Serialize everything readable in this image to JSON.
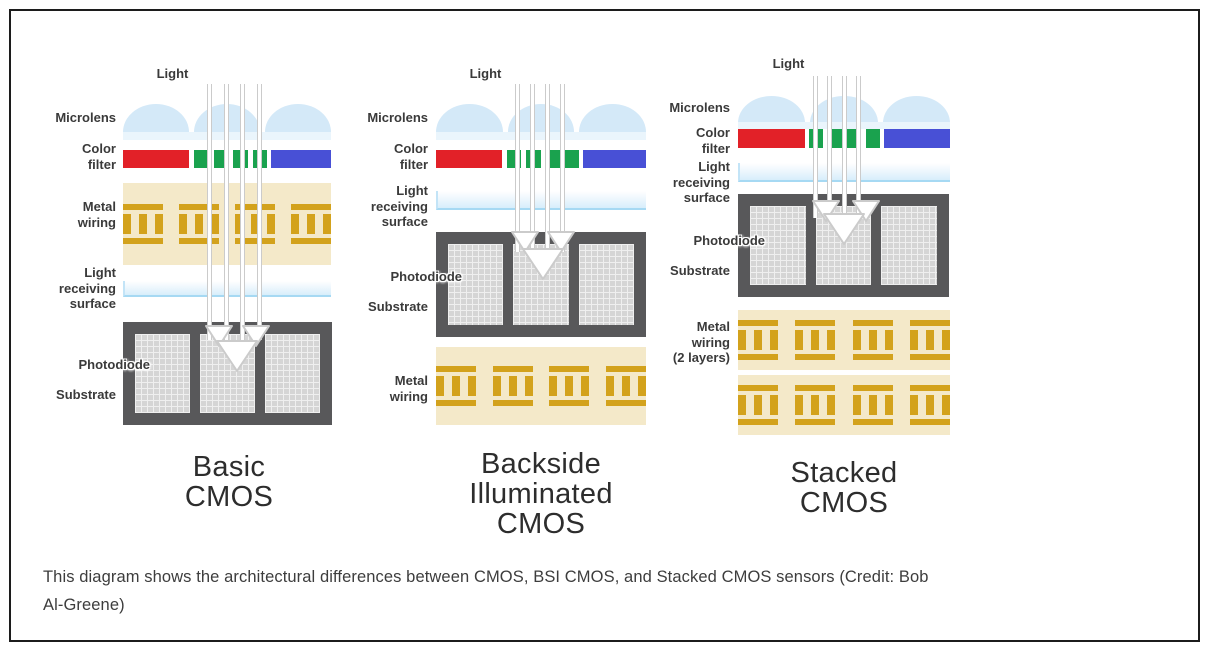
{
  "diagram": {
    "columns": [
      {
        "title": "Basic\nCMOS",
        "light": "Light",
        "microlens": "Microlens",
        "color_filter": "Color\nfilter",
        "metal_wiring": "Metal\nwiring",
        "light_receiving_surface": "Light\nreceiving\nsurface",
        "photodiode": "Photodiode",
        "substrate": "Substrate"
      },
      {
        "title": "Backside\nIlluminated\nCMOS",
        "light": "Light",
        "microlens": "Microlens",
        "color_filter": "Color\nfilter",
        "light_receiving_surface": "Light\nreceiving\nsurface",
        "photodiode": "Photodiode",
        "substrate": "Substrate",
        "metal_wiring": "Metal\nwiring"
      },
      {
        "title": "Stacked\nCMOS",
        "light": "Light",
        "microlens": "Microlens",
        "color_filter": "Color\nfilter",
        "light_receiving_surface": "Light\nreceiving\nsurface",
        "photodiode": "Photodiode",
        "substrate": "Substrate",
        "metal_wiring": "Metal\nwiring\n(2 layers)"
      }
    ],
    "caption": "This diagram shows the architectural differences between CMOS, BSI CMOS, and Stacked CMOS sensors (Credit: Bob\nAl-Greene)",
    "colors": {
      "red": "#e22128",
      "green": "#1aa24e",
      "blue": "#4850d6",
      "microlens": "#d4e9f8",
      "microlens_base": "#eaf5fc",
      "lrs_fill": "#d7eefb",
      "lrs_line": "#a6d9f3",
      "wiring_gold": "#d3a21c",
      "wiring_bg": "#f4e9c9",
      "frame_gray": "#58585a",
      "cell_gray": "#d5d5d5",
      "cell_line": "#efefef",
      "ray_edge": "#cbcbcb",
      "text_dark": "#3a3a3a",
      "title_color": "#2d2d2d",
      "caption_color": "#3d3d3d",
      "border_color": "#1c1c1c"
    }
  }
}
